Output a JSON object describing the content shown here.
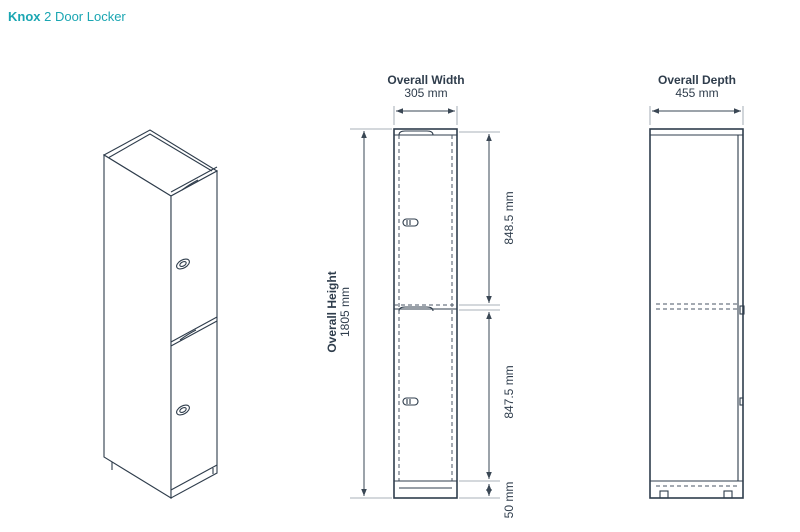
{
  "title": {
    "brand": "Knox",
    "rest": " 2 Door Locker",
    "color": "#1aa6b2"
  },
  "front_view": {
    "width_label": "Overall Width",
    "width_value": "305 mm",
    "height_label": "Overall Height",
    "height_value": "1805 mm",
    "upper_door": "848.5 mm",
    "lower_door": "847.5 mm",
    "plinth": "50 mm"
  },
  "side_view": {
    "depth_label": "Overall Depth",
    "depth_value": "455 mm"
  },
  "colors": {
    "line": "#2f3d4c",
    "accent": "#1aa6b2"
  }
}
